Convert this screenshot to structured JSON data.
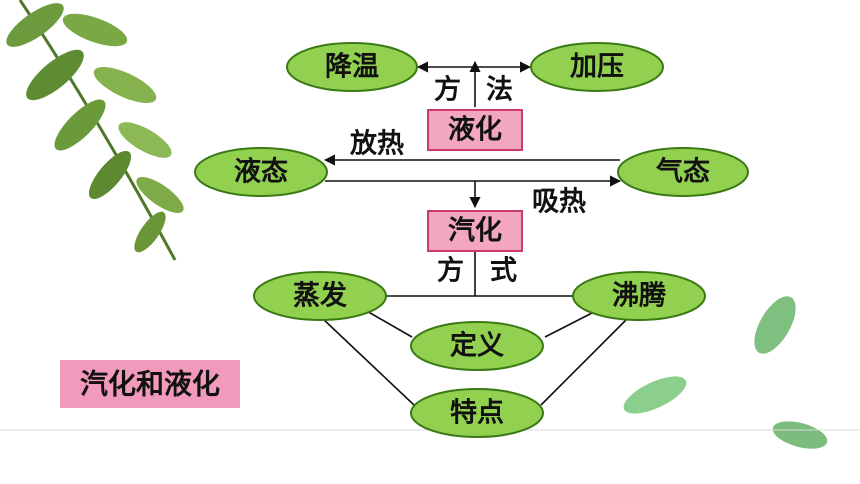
{
  "nodes": {
    "cooling": "降温",
    "pressurize": "加压",
    "liquid": "液态",
    "gas": "气态",
    "evaporation": "蒸发",
    "boiling": "沸腾",
    "definition": "定义",
    "features": "特点"
  },
  "boxes": {
    "liquefaction": "液化",
    "vaporization": "汽化",
    "topic": "汽化和液化"
  },
  "labels": {
    "method_left": "方",
    "method_right": "法",
    "release_heat": "放热",
    "absorb_heat": "吸热",
    "mode_left": "方",
    "mode_right": "式"
  },
  "colors": {
    "node_fill": "#92d050",
    "node_stroke": "#3a7a14",
    "box_fill": "#f2a6c2",
    "box_stroke": "#cc3a6e",
    "topic_fill": "#f29abb",
    "line": "#111111"
  }
}
